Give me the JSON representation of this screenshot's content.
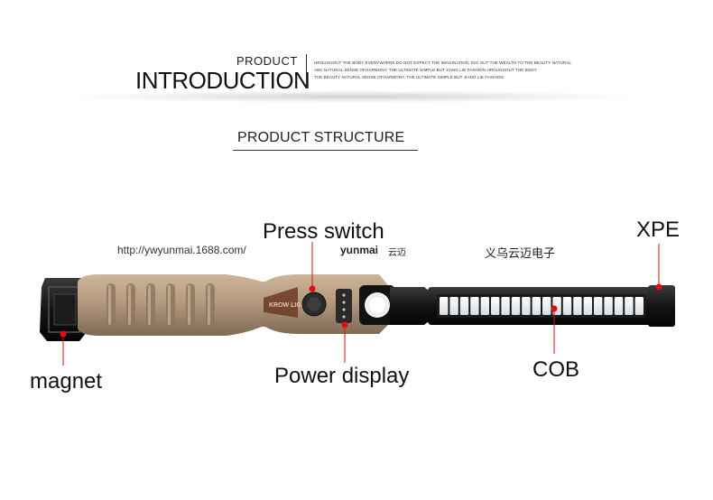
{
  "header": {
    "product": "PRODUCT",
    "introduction": "INTRODUCTION",
    "tagline_lines": [
      "HROUGHOUT THE BODY EVERYWHERE DO NOT EXPECT THE IMAGINATION, DIG OUT THE WEALTH TO THE BEAUTY NATURAL",
      "ABC NATURAL SENSE OFHARMONY, THE ULTIMATE SIMPLE BUT JIANG LIE FASHION HROUGHOUT THE BODY",
      "THE BEAUTY NATURAL SENSE OFHARMONY, THE ULTIMATE SIMPLE BUT JIANG LIE FASHION"
    ]
  },
  "section_title": "PRODUCT STRUCTURE",
  "watermark": {
    "url": "http://ywyunmai.1688.com/",
    "brand": "yunmai",
    "brand_cn": "云迈",
    "company_cn": "义乌云迈电子"
  },
  "labels": {
    "press_switch": "Press switch",
    "xpe": "XPE",
    "magnet": "magnet",
    "power_display": "Power display",
    "cob": "COB"
  },
  "product": {
    "body_color": "#b59a7e",
    "head_color": "#141414",
    "led_count": 20,
    "power_indicators": 4,
    "logo_text": "KROW LIGHT"
  },
  "colors": {
    "accent": "#e01010"
  }
}
